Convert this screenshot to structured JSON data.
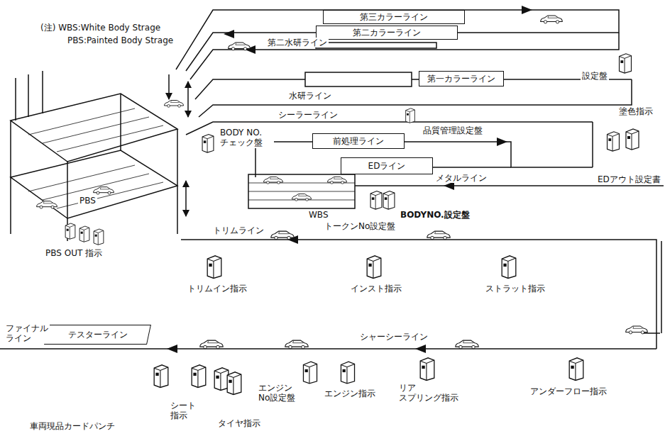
{
  "diagram": {
    "nodes": [
      {
        "text": [
          "第三カラーライン"
        ]
      },
      {
        "text": [
          "第二カラーライン"
        ]
      },
      {
        "text": [
          "第一カラーライン"
        ]
      },
      {
        "text": [
          "前処理ライン"
        ]
      },
      {
        "text": [
          "EDライン"
        ]
      },
      {
        "text": [
          "テスターライン"
        ]
      }
    ],
    "labels": [
      "(注) WBS:White Body Strage",
      "PBS:Painted Body Strage",
      "第二水研ライン",
      "水研ライン",
      "シーラーライン",
      "BODY NO. チェック盤",
      "品質管理設定盤",
      "設定盤",
      "塗色指示",
      "EDアウト設定書",
      "WBS",
      "メタルライン",
      "BODYNO.設定盤",
      "トークンNo設定盤",
      "PBS",
      "PBS OUT 指示",
      "トリムライン",
      "トリムイン指示",
      "インスト指示",
      "ストラット指示",
      "シャーシーライン",
      "ファイナル ライン",
      "アンダーフロー指示",
      "リア スプリング指示",
      "エンジン指示",
      "エンジン No設定盤",
      "タイヤ指示",
      "シート 指示",
      "車両現品カードパンチ"
    ]
  }
}
